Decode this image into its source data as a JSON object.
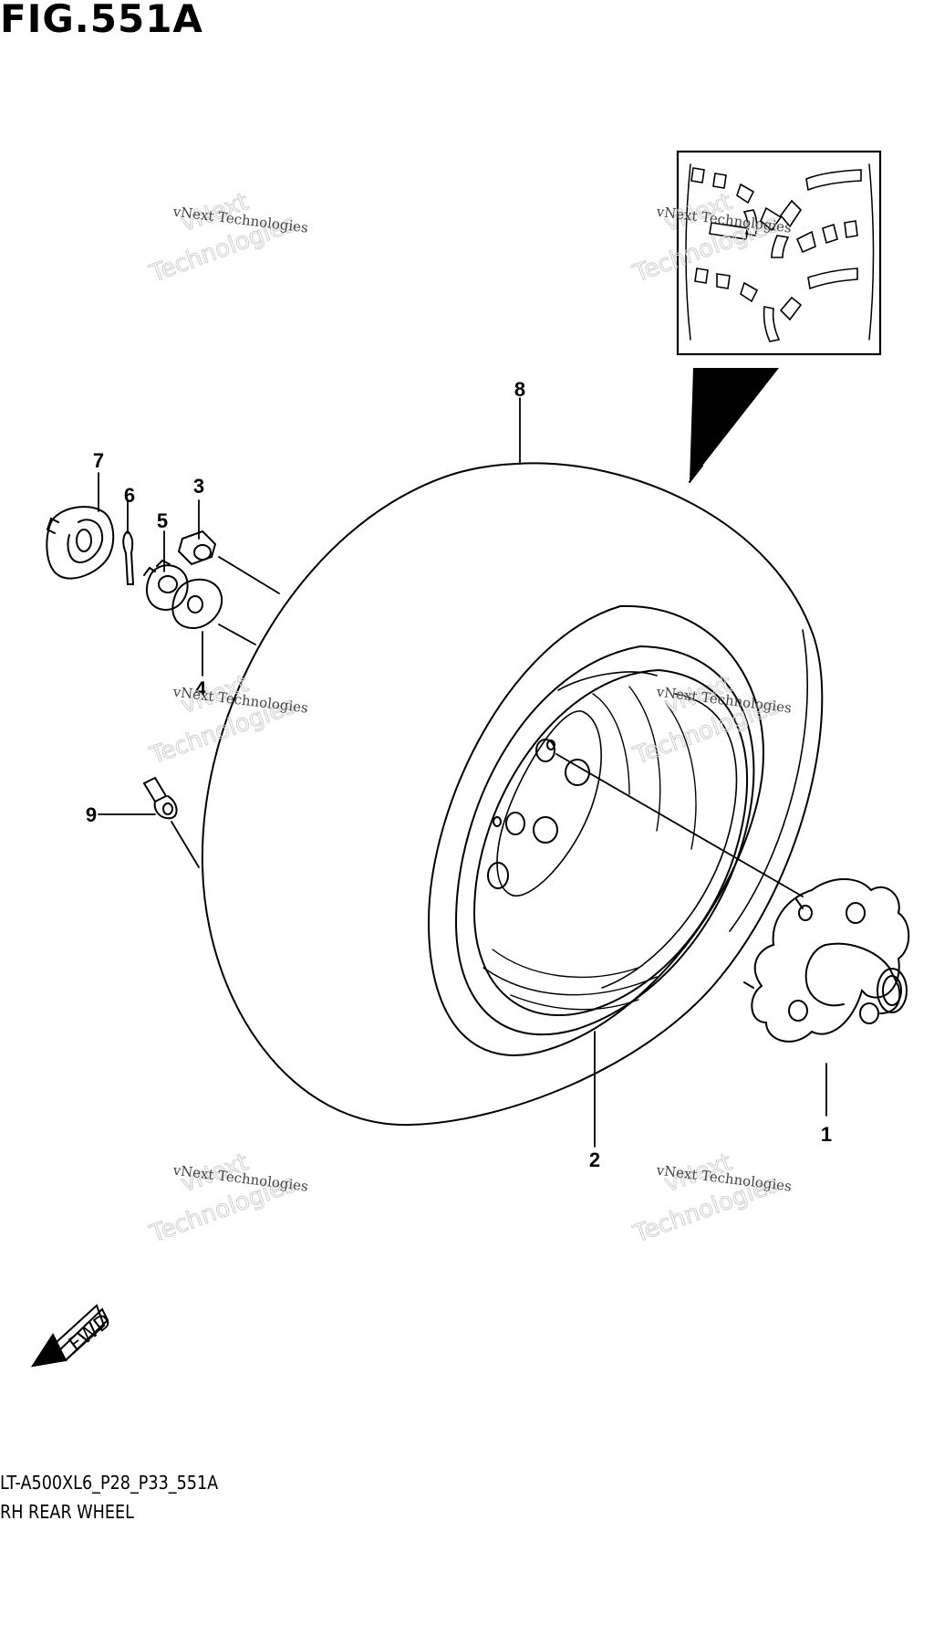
{
  "figure": {
    "title": "FIG.551A",
    "model_code": "LT-A500XL6_P28_P33_551A",
    "caption": "RH REAR WHEEL"
  },
  "callouts": [
    "1",
    "2",
    "3",
    "4",
    "5",
    "6",
    "7",
    "8",
    "9"
  ],
  "watermark": {
    "line1": "vNext Technologies",
    "line2": "vNext",
    "line3": "Technologies"
  },
  "direction_marker": "FWD"
}
